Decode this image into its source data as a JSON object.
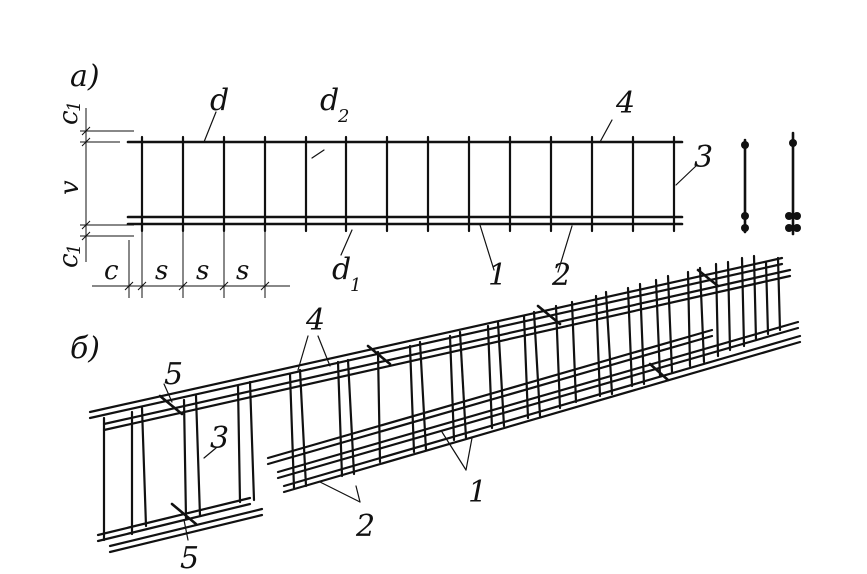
{
  "view_a": {
    "label": "а)",
    "dims": {
      "c1_top": "c",
      "c1_top_sub": "1",
      "v": "v",
      "c1_bottom": "c",
      "c1_bottom_sub": "1",
      "c": "c",
      "s1": "s",
      "s2": "s",
      "s3": "s"
    },
    "callouts": {
      "d": "d",
      "d2": "d",
      "d2_sub": "2",
      "d1": "d",
      "d1_sub": "1",
      "n1": "1",
      "n2": "2",
      "n3": "3",
      "n4": "4"
    }
  },
  "view_b": {
    "label": "б)",
    "callouts": {
      "n5_top": "5",
      "n4": "4",
      "n3": "3",
      "n1": "1",
      "n2": "2",
      "n5_bottom": "5"
    }
  }
}
